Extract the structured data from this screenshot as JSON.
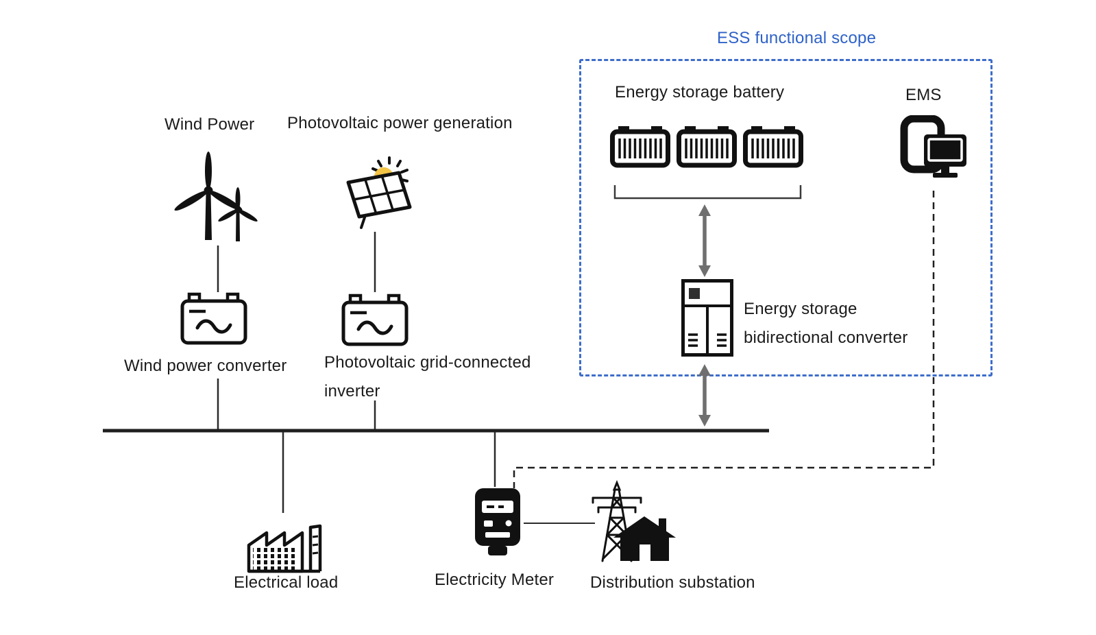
{
  "diagram": {
    "ess_scope": {
      "title": "ESS functional scope",
      "battery_label": "Energy storage battery",
      "ems_label": "EMS",
      "converter_label_line1": "Energy storage",
      "converter_label_line2": "bidirectional converter"
    },
    "generation": {
      "wind_label": "Wind Power",
      "wind_converter_label": "Wind power converter",
      "pv_label": "Photovoltaic power generation",
      "pv_inverter_label_line1": "Photovoltaic grid-connected",
      "pv_inverter_label_line2": "inverter"
    },
    "grid": {
      "load_label": "Electrical load",
      "meter_label": "Electricity Meter",
      "substation_label": "Distribution substation"
    },
    "colors": {
      "accent_blue": "#2e62c8",
      "line_black": "#1f1f1f",
      "arrow_gray": "#6f6f6f"
    }
  }
}
